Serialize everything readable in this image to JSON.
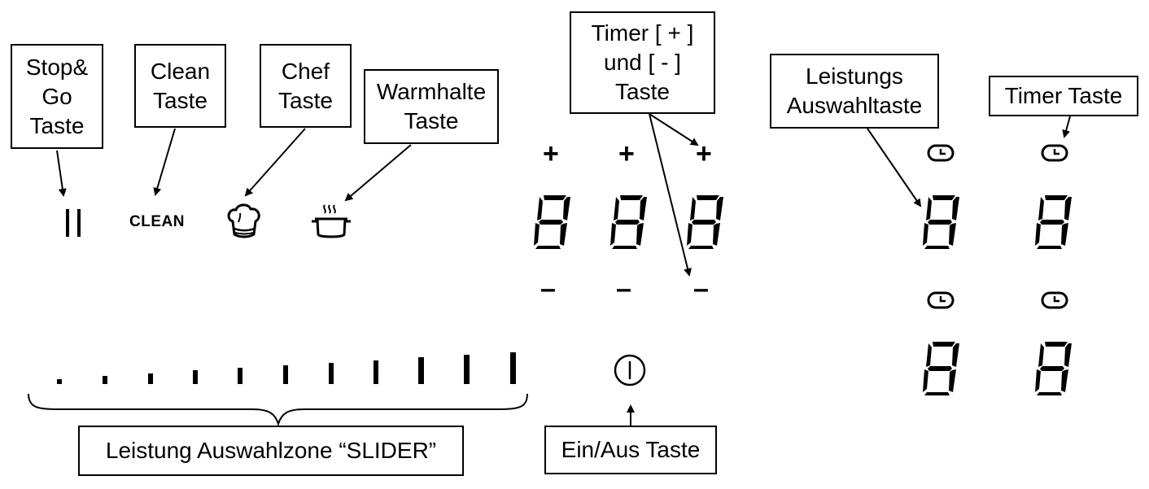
{
  "callouts": {
    "stop_go": "Stop&\nGo\nTaste",
    "clean": "Clean\nTaste",
    "chef": "Chef\nTaste",
    "warmhalte": "Warmhalte\nTaste",
    "timer_pm": "Timer [ + ]\nund [ - ]\nTaste",
    "leistungs": "Leistungs\nAuswahltaste",
    "timer_taste": "Timer Taste",
    "slider": "Leistung Auswahlzone “SLIDER”",
    "ein_aus": "Ein/Aus Taste"
  },
  "panel": {
    "clean_label": "CLEAN",
    "plus_symbol": "+",
    "minus_symbol": "–"
  },
  "icons": [
    "pause-icon",
    "chef-hat-icon",
    "warming-pot-icon",
    "clock-icon",
    "power-icon"
  ],
  "colors": {
    "ink": "#000000",
    "background": "#ffffff"
  }
}
